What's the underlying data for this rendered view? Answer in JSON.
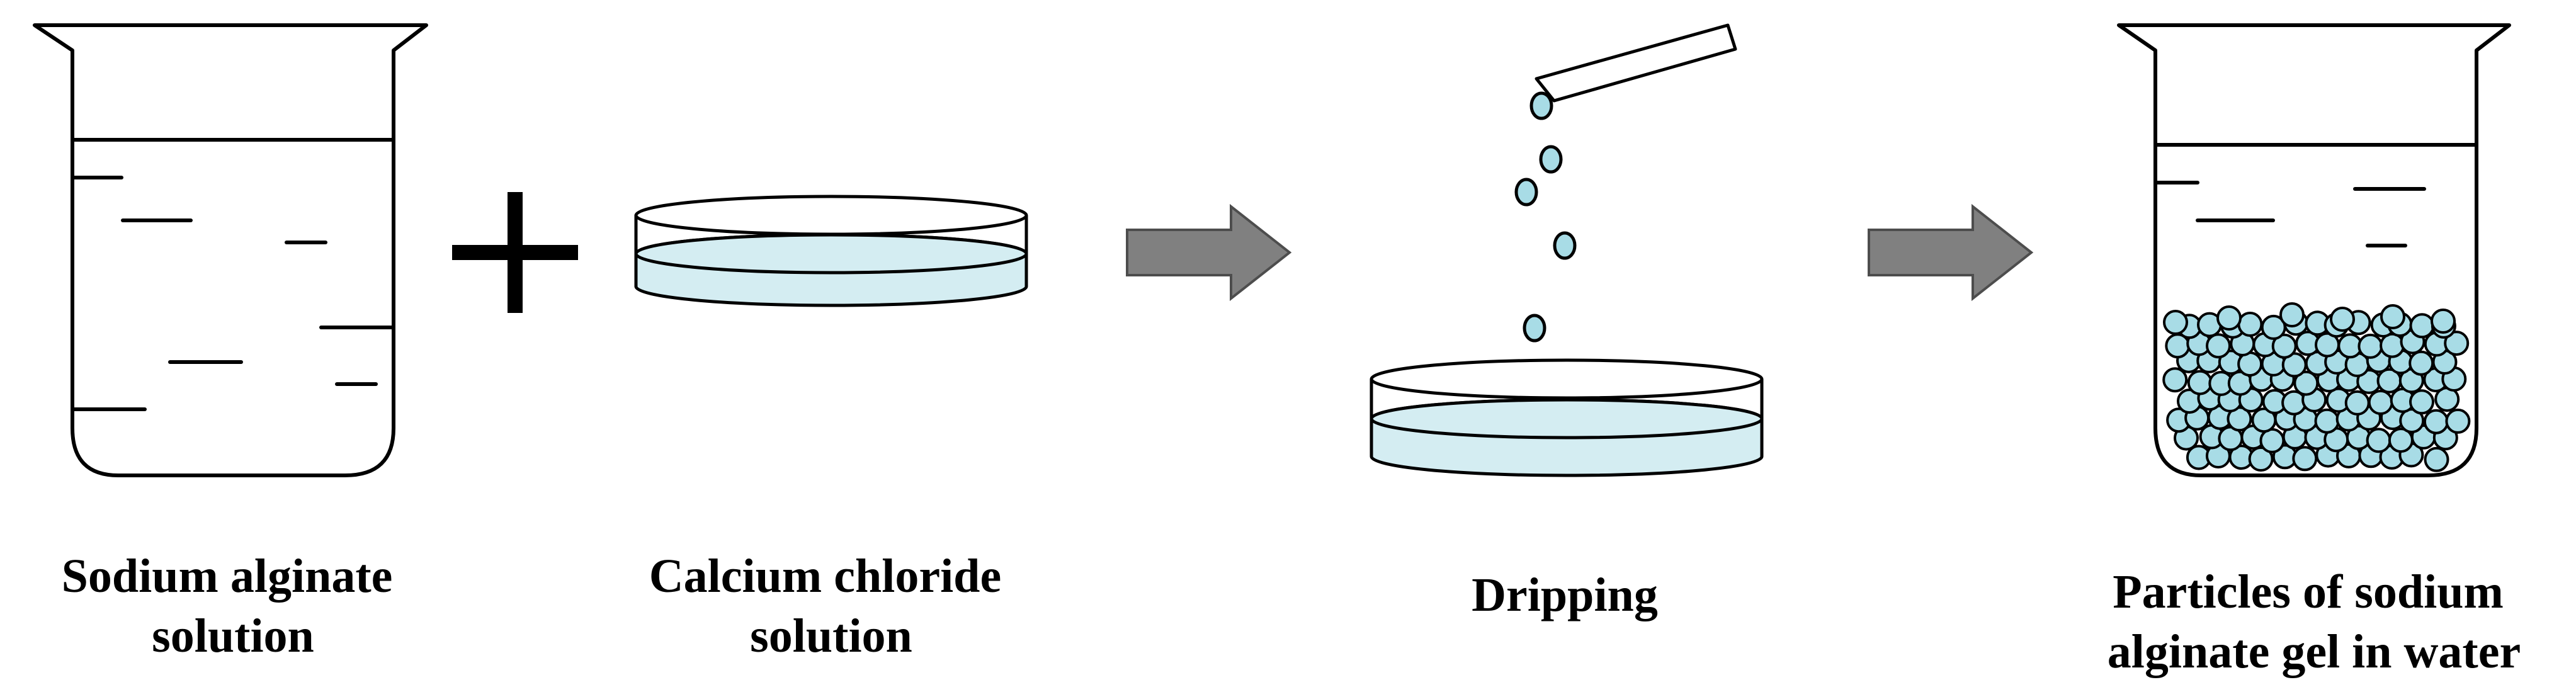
{
  "steps": [
    {
      "id": "sodium-alginate",
      "icon": "beaker-icon",
      "caption_lines": [
        "Sodium alginate",
        "solution"
      ]
    },
    {
      "id": "calcium-chloride",
      "icon": "petri-dish-icon",
      "caption_lines": [
        "Calcium chloride",
        "solution"
      ]
    },
    {
      "id": "dripping",
      "icon": "dripping-pipette-icon",
      "caption_lines": [
        "Dripping"
      ]
    },
    {
      "id": "gel-particles",
      "icon": "beaker-with-beads-icon",
      "caption_lines": [
        "Particles of sodium",
        "alginate gel in water"
      ]
    }
  ],
  "connectors": [
    {
      "between": [
        "sodium-alginate",
        "calcium-chloride"
      ],
      "symbol": "plus-icon"
    },
    {
      "between": [
        "calcium-chloride",
        "dripping"
      ],
      "symbol": "arrow-right-icon"
    },
    {
      "between": [
        "dripping",
        "gel-particles"
      ],
      "symbol": "arrow-right-icon"
    }
  ],
  "colors": {
    "stroke": "#000000",
    "liquid": "#d4edf2",
    "bead": "#a8dce6",
    "arrow_fill": "#808080",
    "arrow_stroke": "#4d4d4d"
  }
}
